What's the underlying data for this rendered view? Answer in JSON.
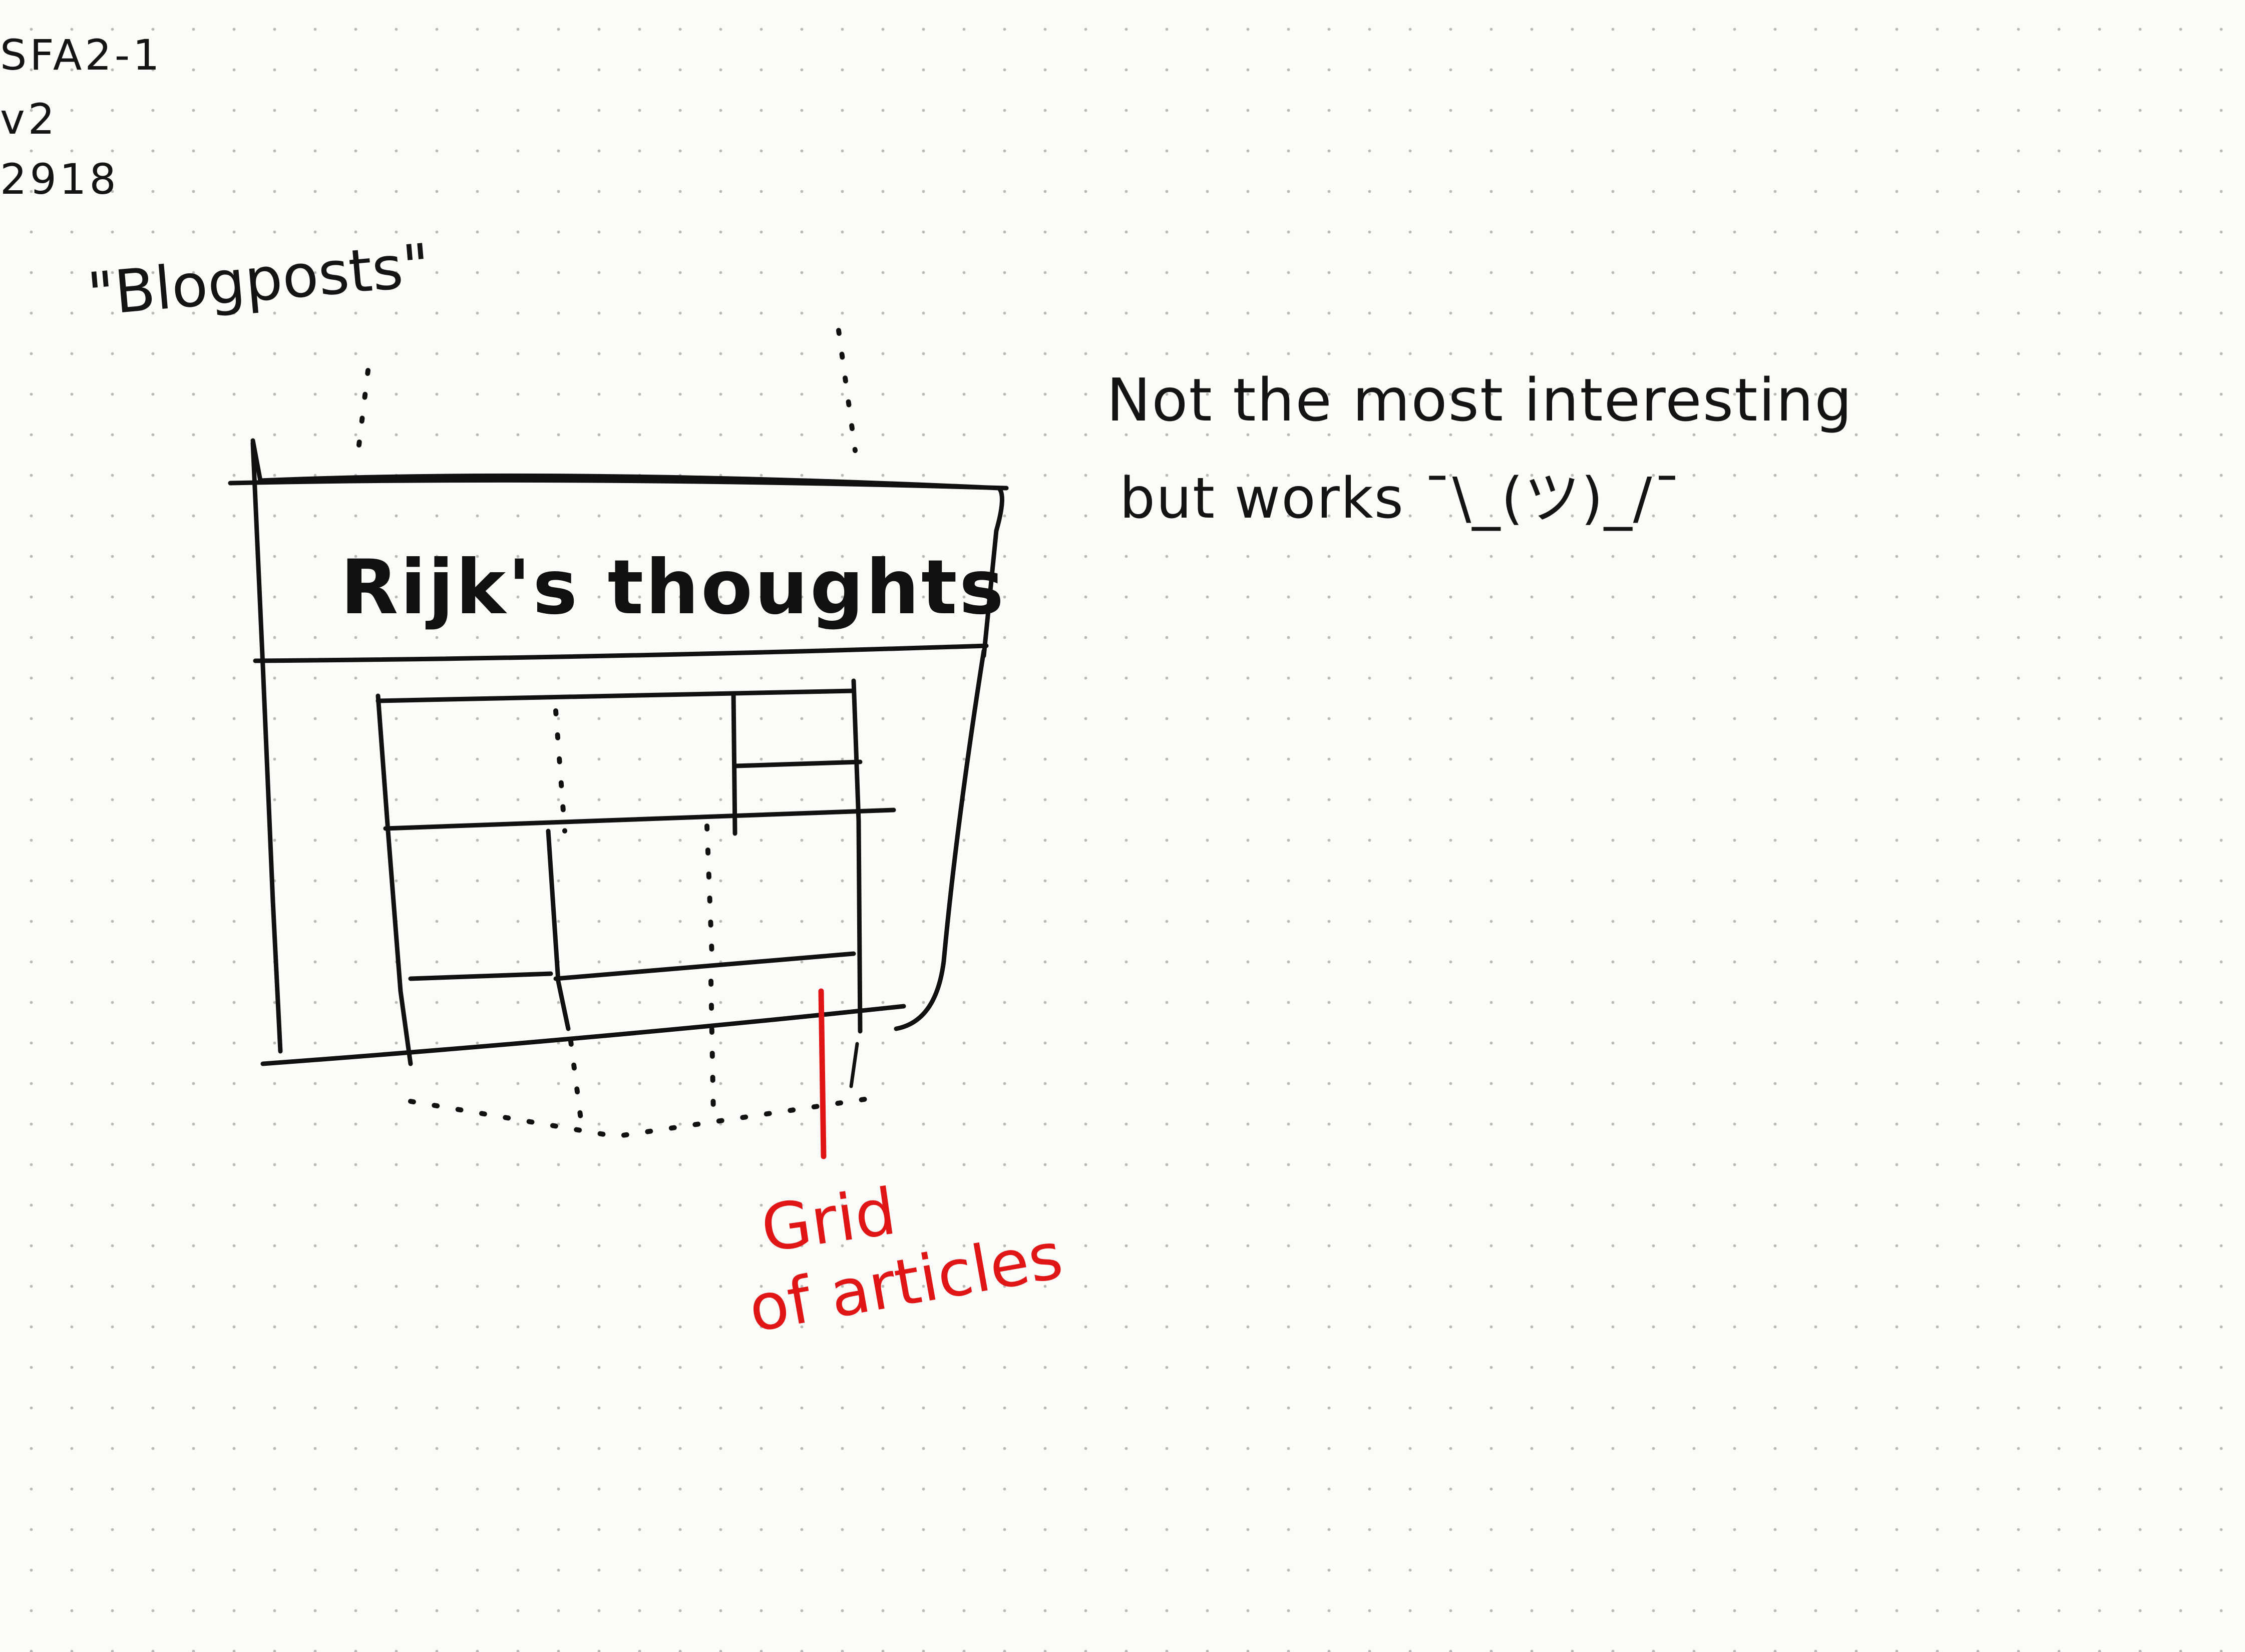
{
  "corner_labels": [
    "SFA2-1",
    "v2",
    "2918"
  ],
  "page_title": "\"Blogposts\"",
  "wireframe": {
    "header_text": "Rijk's thoughts",
    "annotation": {
      "line1": "Grid",
      "line2": "of articles",
      "color": "#e01515"
    }
  },
  "notes": {
    "line1": "Not the most interesting",
    "line2": "but works ¯\\_(ツ)_/¯"
  },
  "colors": {
    "ink": "#111111",
    "paper": "#fbfbf9",
    "dots": "#b9b9b9",
    "accent": "#e01515"
  }
}
